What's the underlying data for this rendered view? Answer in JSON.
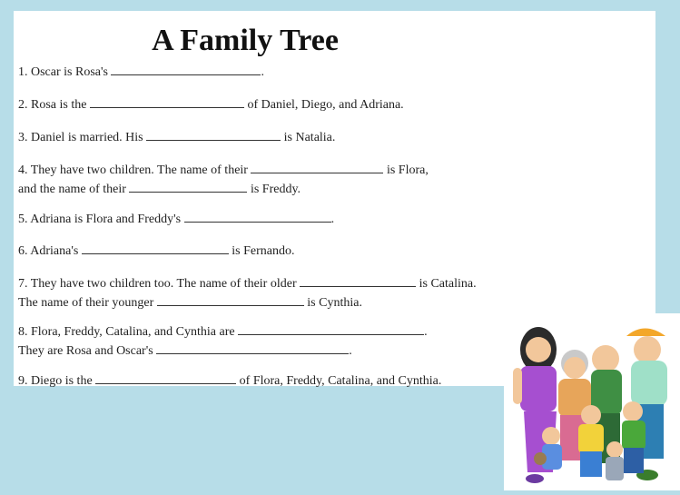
{
  "title": "A Family Tree",
  "questions": {
    "q1": {
      "a": "1. Oscar is Rosa's",
      "b": "."
    },
    "q2": {
      "a": "2. Rosa is the",
      "b": "of Daniel, Diego, and Adriana."
    },
    "q3": {
      "a": "3. Daniel is married.  His",
      "b": "is Natalia."
    },
    "q4": {
      "a": "4.  They have two children.  The name of their",
      "b": "is Flora,",
      "c": "and the name of their",
      "d": "is Freddy."
    },
    "q5": {
      "a": "5.  Adriana is Flora and Freddy's",
      "b": "."
    },
    "q6": {
      "a": "6. Adriana's",
      "b": "is Fernando."
    },
    "q7": {
      "a": "7.  They have two children too.  The name of their older",
      "b": "is Catalina.",
      "c": "The name of their younger",
      "d": "is Cynthia."
    },
    "q8": {
      "a": "8. Flora, Freddy, Catalina, and Cynthia are",
      "b": ".",
      "c": "They are Rosa and Oscar's",
      "d": "."
    },
    "q9": {
      "a": "9. Diego is the",
      "b": "of Flora, Freddy, Catalina, and Cynthia."
    }
  },
  "illustration": {
    "icon": "family-group-illustration"
  },
  "colors": {
    "background": "#b7dde8",
    "sheet": "#ffffff"
  }
}
